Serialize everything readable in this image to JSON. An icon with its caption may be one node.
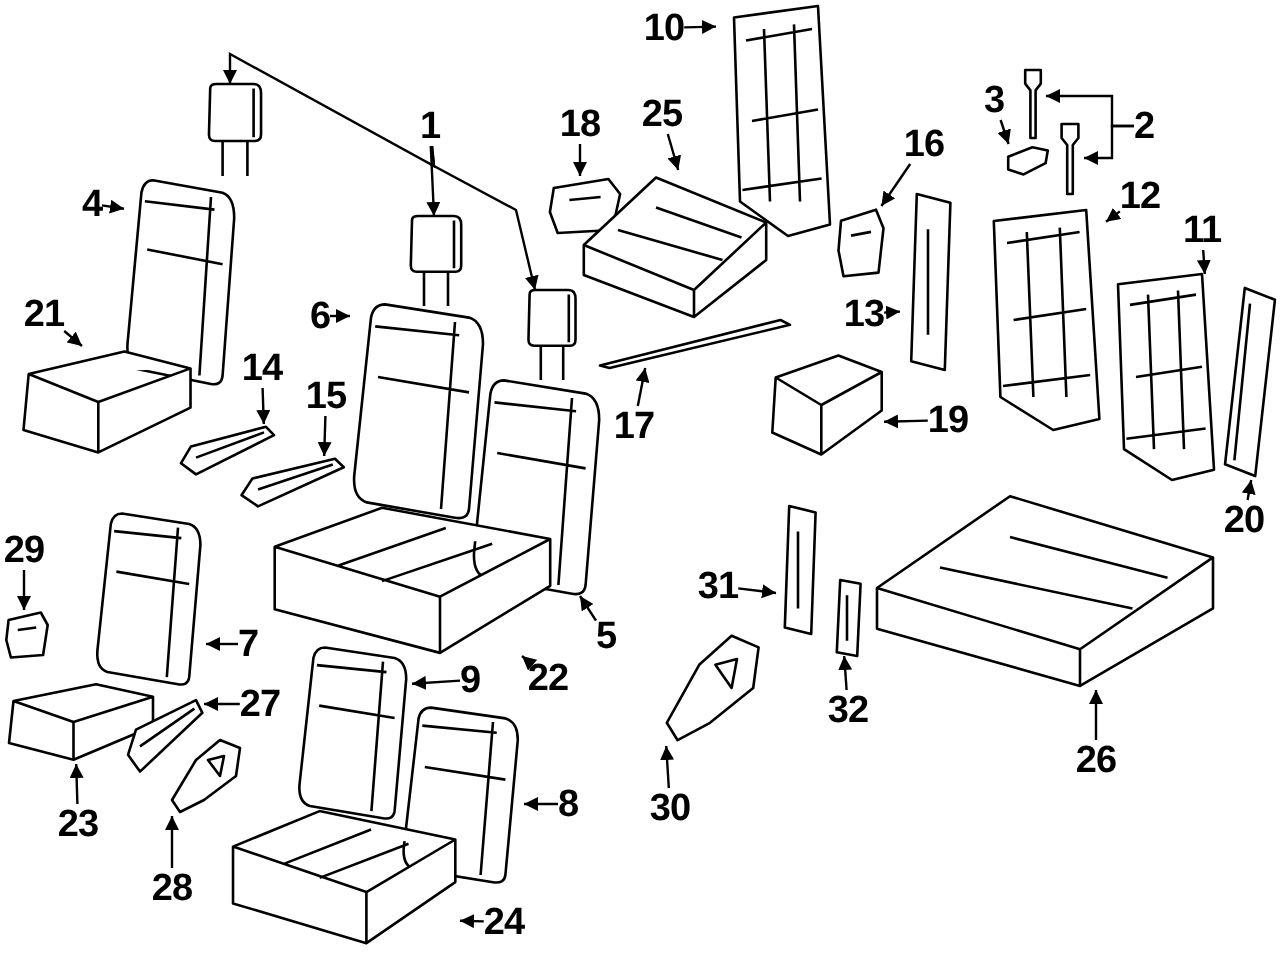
{
  "diagram": {
    "nodes": [
      {
        "text": [
          "1"
        ]
      },
      {
        "text": [
          "2"
        ]
      },
      {
        "text": [
          "3"
        ]
      },
      {
        "text": [
          "4"
        ]
      },
      {
        "text": [
          "5"
        ]
      },
      {
        "text": [
          "6"
        ]
      },
      {
        "text": [
          "7"
        ]
      },
      {
        "text": [
          "8"
        ]
      },
      {
        "text": [
          "9"
        ]
      },
      {
        "text": [
          "10"
        ]
      },
      {
        "text": [
          "11"
        ]
      },
      {
        "text": [
          "12"
        ]
      },
      {
        "text": [
          "13"
        ]
      },
      {
        "text": [
          "14"
        ]
      },
      {
        "text": [
          "15"
        ]
      },
      {
        "text": [
          "16"
        ]
      },
      {
        "text": [
          "17"
        ]
      },
      {
        "text": [
          "18"
        ]
      },
      {
        "text": [
          "19"
        ]
      },
      {
        "text": [
          "20"
        ]
      },
      {
        "text": [
          "21"
        ]
      },
      {
        "text": [
          "22"
        ]
      },
      {
        "text": [
          "23"
        ]
      },
      {
        "text": [
          "24"
        ]
      },
      {
        "text": [
          "25"
        ]
      },
      {
        "text": [
          "26"
        ]
      },
      {
        "text": [
          "27"
        ]
      },
      {
        "text": [
          "28"
        ]
      },
      {
        "text": [
          "29"
        ]
      },
      {
        "text": [
          "30"
        ]
      },
      {
        "text": [
          "31"
        ]
      },
      {
        "text": [
          "32"
        ]
      },
      {
        "text": [],
        "shape": "picture"
      },
      {
        "text": [],
        "shape": "picture"
      },
      {
        "text": [],
        "shape": "picture"
      },
      {
        "text": [],
        "shape": "picture"
      },
      {
        "text": [],
        "shape": "picture"
      },
      {
        "text": [],
        "shape": "picture"
      },
      {
        "text": [],
        "shape": "picture"
      },
      {
        "text": [],
        "shape": "picture"
      },
      {
        "text": [],
        "shape": "picture"
      },
      {
        "text": [],
        "shape": "picture"
      },
      {
        "text": [],
        "shape": "picture"
      },
      {
        "text": [],
        "shape": "picture"
      },
      {
        "text": [],
        "shape": "picture"
      },
      {
        "text": [],
        "shape": "picture"
      },
      {
        "text": [],
        "shape": "picture"
      },
      {
        "text": [],
        "shape": "picture"
      },
      {
        "text": [],
        "shape": "picture"
      },
      {
        "text": [],
        "shape": "picture"
      },
      {
        "text": [],
        "shape": "picture"
      },
      {
        "text": [],
        "shape": "picture"
      },
      {
        "text": [],
        "shape": "picture"
      },
      {
        "text": [],
        "shape": "picture"
      },
      {
        "text": [],
        "shape": "picture"
      },
      {
        "text": [],
        "shape": "picture"
      },
      {
        "text": [],
        "shape": "picture"
      },
      {
        "text": [],
        "shape": "picture"
      },
      {
        "text": [],
        "shape": "picture"
      },
      {
        "text": [],
        "shape": "picture"
      },
      {
        "text": [],
        "shape": "picture"
      },
      {
        "text": [],
        "shape": "picture"
      },
      {
        "text": [],
        "shape": "picture"
      },
      {
        "text": [],
        "shape": "picture"
      },
      {
        "text": [],
        "shape": "picture"
      },
      {
        "text": [],
        "shape": "picture"
      },
      {
        "text": [],
        "shape": "picture"
      }
    ],
    "edges": [
      {
        "from": 0,
        "to": 32,
        "arrow": "to"
      },
      {
        "from": 0,
        "to": 33,
        "arrow": "to"
      },
      {
        "from": 0,
        "to": 34,
        "arrow": "to"
      },
      {
        "from": 1,
        "to": 35,
        "arrow": "to"
      },
      {
        "from": 1,
        "to": 36,
        "arrow": "to"
      },
      {
        "from": 2,
        "to": 37,
        "arrow": "to"
      },
      {
        "from": 3,
        "to": 38,
        "arrow": "to"
      },
      {
        "from": 4,
        "to": 39,
        "arrow": "to"
      },
      {
        "from": 5,
        "to": 40,
        "arrow": "to"
      },
      {
        "from": 6,
        "to": 41,
        "arrow": "to"
      },
      {
        "from": 7,
        "to": 42,
        "arrow": "to"
      },
      {
        "from": 8,
        "to": 43,
        "arrow": "to"
      },
      {
        "from": 9,
        "to": 44,
        "arrow": "to"
      },
      {
        "from": 10,
        "to": 45,
        "arrow": "to"
      },
      {
        "from": 11,
        "to": 46,
        "arrow": "to"
      },
      {
        "from": 12,
        "to": 47,
        "arrow": "to"
      },
      {
        "from": 13,
        "to": 48,
        "arrow": "to"
      },
      {
        "from": 14,
        "to": 49,
        "arrow": "to"
      },
      {
        "from": 15,
        "to": 50,
        "arrow": "to"
      },
      {
        "from": 16,
        "to": 51,
        "arrow": "to"
      },
      {
        "from": 17,
        "to": 52,
        "arrow": "to"
      },
      {
        "from": 18,
        "to": 53,
        "arrow": "to"
      },
      {
        "from": 19,
        "to": 54,
        "arrow": "to"
      },
      {
        "from": 20,
        "to": 55,
        "arrow": "to"
      },
      {
        "from": 21,
        "to": 56,
        "arrow": "to"
      },
      {
        "from": 22,
        "to": 57,
        "arrow": "to"
      },
      {
        "from": 23,
        "to": 58,
        "arrow": "to"
      },
      {
        "from": 24,
        "to": 59,
        "arrow": "to"
      },
      {
        "from": 25,
        "to": 60,
        "arrow": "to"
      },
      {
        "from": 26,
        "to": 61,
        "arrow": "to"
      },
      {
        "from": 27,
        "to": 62,
        "arrow": "to"
      },
      {
        "from": 28,
        "to": 63,
        "arrow": "to"
      },
      {
        "from": 29,
        "to": 64,
        "arrow": "to"
      },
      {
        "from": 30,
        "to": 65,
        "arrow": "to"
      },
      {
        "from": 31,
        "to": 66,
        "arrow": "to"
      }
    ]
  }
}
